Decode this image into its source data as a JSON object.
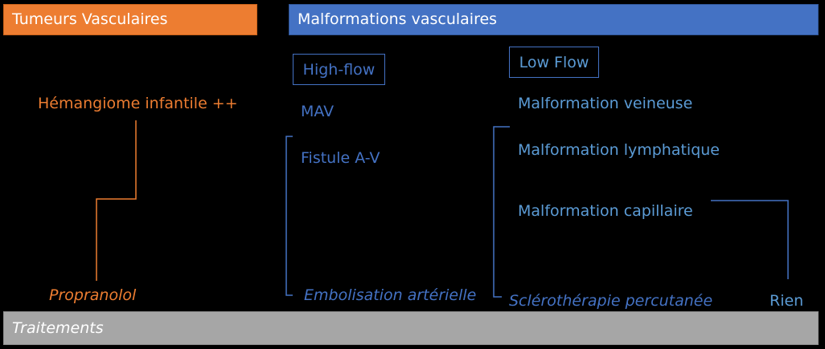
{
  "headers": {
    "tumors": "Tumeurs Vasculaires",
    "malformations": "Malformations vasculaires",
    "treatments": "Traitements"
  },
  "tumors": {
    "item": "Hémangiome infantile ++",
    "treatment": "Propranolol"
  },
  "high_flow": {
    "label": "High-flow",
    "items": [
      "MAV",
      "Fistule A-V"
    ],
    "treatment": "Embolisation artérielle"
  },
  "low_flow": {
    "label": "Low Flow",
    "items": [
      "Malformation veineuse",
      "Malformation lymphatique",
      "Malformation capillaire"
    ],
    "treatment": "Sclérothérapie percutanée",
    "capillary_treatment": "Rien"
  },
  "colors": {
    "orange": "#ED7D31",
    "blue": "#4472C4",
    "light_blue": "#5B9BD5",
    "gray": "#A6A6A6",
    "background": "#000000"
  }
}
